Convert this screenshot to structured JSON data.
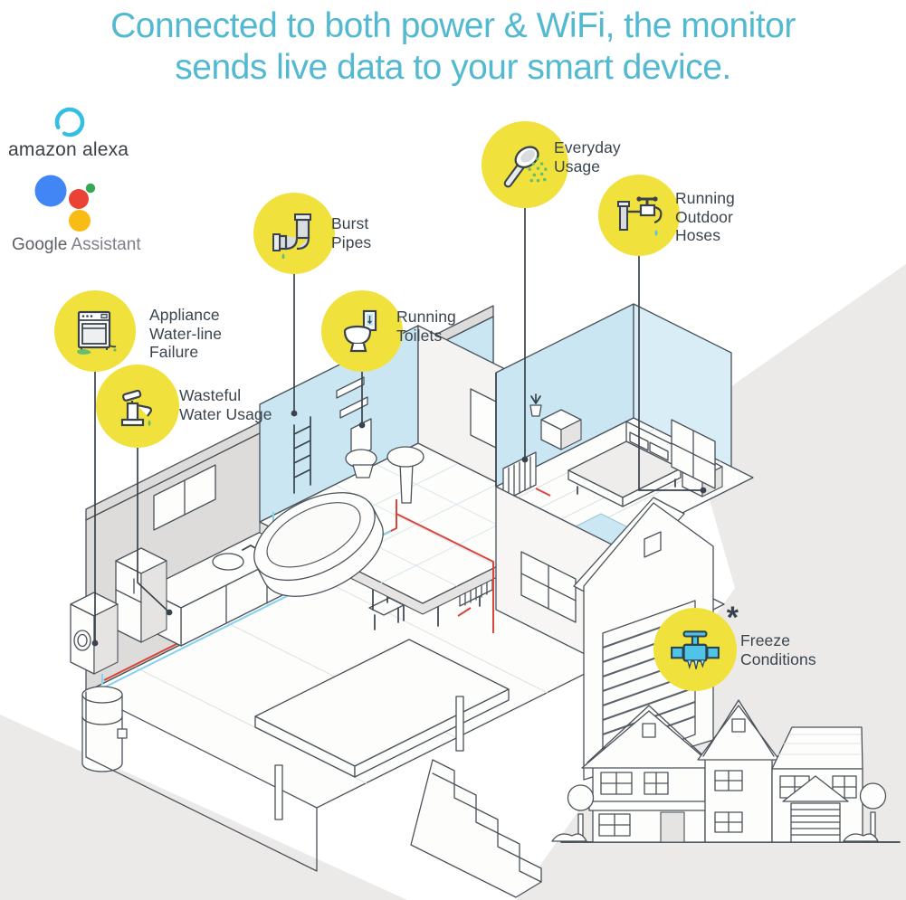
{
  "header": {
    "line1": "Connected to both power & WiFi, the monitor",
    "line2": "sends live data to your smart device."
  },
  "logos": {
    "alexa": {
      "label": "amazon alexa",
      "ring_color": "#35BEE3"
    },
    "google": {
      "word1": "Google",
      "word2": " Assistant",
      "dot_colors": {
        "blue": "#4285F4",
        "red": "#EA4335",
        "green": "#34A853",
        "yellow": "#F9BC15"
      }
    }
  },
  "badges": [
    {
      "id": "everyday-usage",
      "label": "Everyday\nUsage",
      "icon": "shower-head-icon"
    },
    {
      "id": "running-outdoor-hoses",
      "label": "Running\nOutdoor\nHoses",
      "icon": "outdoor-faucet-icon"
    },
    {
      "id": "burst-pipes",
      "label": "Burst\nPipes",
      "icon": "burst-pipe-icon"
    },
    {
      "id": "running-toilets",
      "label": "Running\nToilets",
      "icon": "toilet-icon"
    },
    {
      "id": "appliance-water-line-failure",
      "label": "Appliance\nWater-line\nFailure",
      "icon": "dishwasher-icon"
    },
    {
      "id": "wasteful-water-usage",
      "label": "Wasteful\nWater Usage",
      "icon": "faucet-drip-icon"
    },
    {
      "id": "freeze-conditions",
      "label": "Freeze\nConditions",
      "icon": "frozen-valve-icon",
      "note_symbol": "*"
    }
  ],
  "illustration": {
    "scene": "isometric-house-cutaway-with-water-fixtures-and-small-front-house",
    "rooms": [
      "bathroom",
      "bedroom",
      "kitchen",
      "dining",
      "garage",
      "porch",
      "basement-water-heater"
    ],
    "pipe_colors": {
      "hot": "#D9453A",
      "cold": "#82D3EF"
    }
  },
  "colors": {
    "header_blue": "#53B9D1",
    "badge_yellow": "#F0E13D",
    "label_gray": "#3A444D",
    "wall_gray": "#DEDCDA",
    "wall_blue": "#C9E6F2",
    "backdrop_gray": "#ECEAE8",
    "line": "#3A434B",
    "drip_green": "#66BD6C",
    "valve_cyan": "#4FC3E8"
  }
}
